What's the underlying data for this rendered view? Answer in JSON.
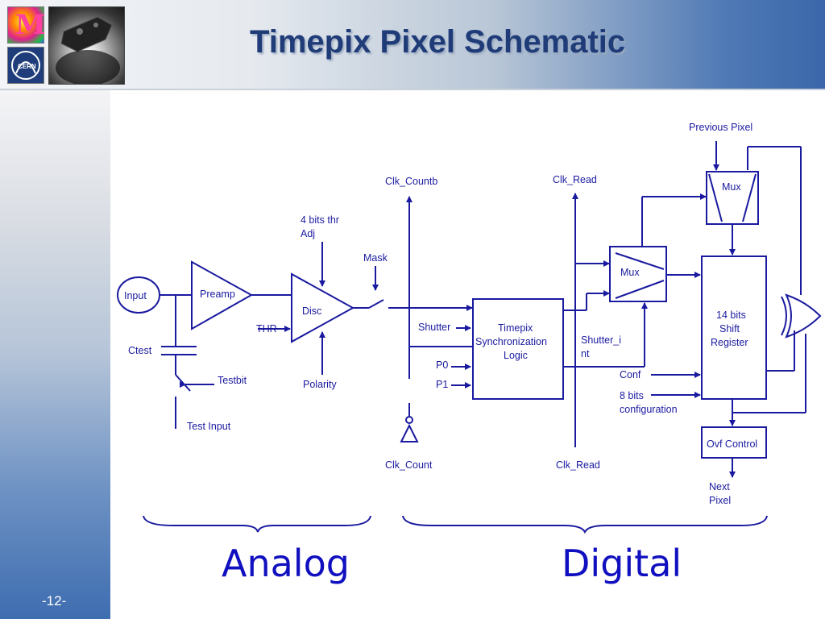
{
  "title": "Timepix Pixel Schematic",
  "page_number": "-12-",
  "diagram": {
    "input": "Input",
    "preamp": "Preamp",
    "disc": "Disc",
    "thr": "THR",
    "thr_adj": [
      "4 bits thr",
      "Adj"
    ],
    "polarity": "Polarity",
    "mask": "Mask",
    "ctest": "Ctest",
    "testbit": "Testbit",
    "test_input": "Test Input",
    "clk_countb": "Clk_Countb",
    "clk_count": "Clk_Count",
    "shutter": "Shutter",
    "p0": "P0",
    "p1": "P1",
    "sync_logic": [
      "Timepix",
      "Synchronization",
      "Logic"
    ],
    "clk_read_top": "Clk_Read",
    "clk_read_bottom": "Clk_Read",
    "shutter_int": [
      "Shutter_i",
      "nt"
    ],
    "mux_mid": "Mux",
    "mux_top": "Mux",
    "previous_pixel": "Previous Pixel",
    "shift_register": [
      "14 bits",
      "Shift",
      "Register"
    ],
    "conf": "Conf",
    "bits_config": [
      "8 bits",
      "configuration"
    ],
    "ovf_control": "Ovf Control",
    "next_pixel": [
      "Next",
      "Pixel"
    ],
    "analog": "Analog",
    "digital": "Digital"
  },
  "colors": {
    "wire": "#1a1aa0",
    "title": "#1f3c78",
    "accent": "#1010c0"
  }
}
